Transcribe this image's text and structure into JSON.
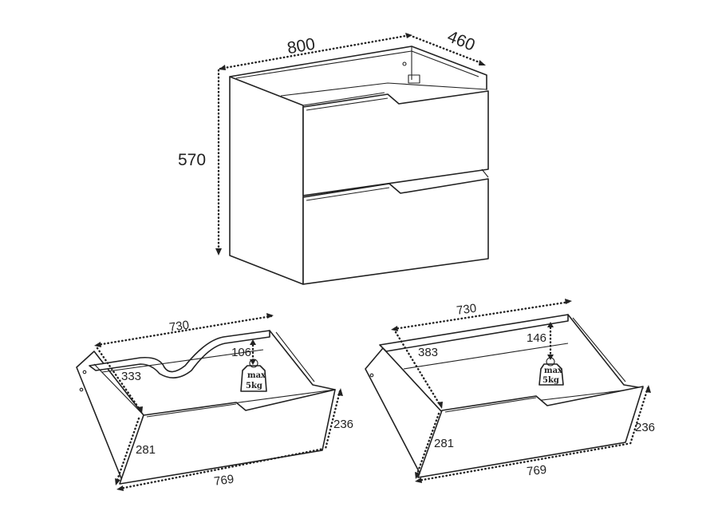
{
  "cabinet": {
    "width": "800",
    "depth": "460",
    "height": "570"
  },
  "drawer_top": {
    "width": "730",
    "depth": "333",
    "height_inner": "106",
    "front_width": "769",
    "front_height": "236",
    "side_height": "281",
    "weight_line1": "max",
    "weight_line2": "5kg"
  },
  "drawer_bottom": {
    "width": "730",
    "depth": "383",
    "height_inner": "146",
    "front_width": "769",
    "front_height": "236",
    "side_height": "281",
    "weight_line1": "max",
    "weight_line2": "5kg"
  },
  "colors": {
    "line": "#222222",
    "background": "#ffffff"
  }
}
